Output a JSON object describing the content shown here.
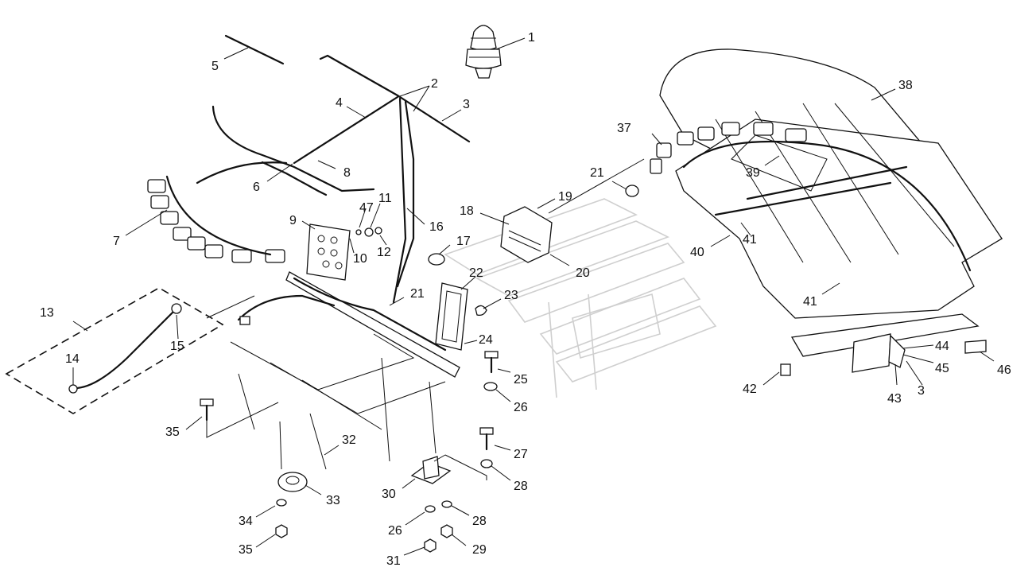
{
  "diagram": {
    "callouts": [
      {
        "id": "c1",
        "text": "1"
      },
      {
        "id": "c2",
        "text": "2"
      },
      {
        "id": "c3a",
        "text": "3"
      },
      {
        "id": "c4",
        "text": "4"
      },
      {
        "id": "c5",
        "text": "5"
      },
      {
        "id": "c6",
        "text": "6"
      },
      {
        "id": "c7",
        "text": "7"
      },
      {
        "id": "c8",
        "text": "8"
      },
      {
        "id": "c9",
        "text": "9"
      },
      {
        "id": "c10",
        "text": "10"
      },
      {
        "id": "c11",
        "text": "11"
      },
      {
        "id": "c12",
        "text": "12"
      },
      {
        "id": "c13",
        "text": "13"
      },
      {
        "id": "c14",
        "text": "14"
      },
      {
        "id": "c15",
        "text": "15"
      },
      {
        "id": "c16",
        "text": "16"
      },
      {
        "id": "c17",
        "text": "17"
      },
      {
        "id": "c18",
        "text": "18"
      },
      {
        "id": "c19",
        "text": "19"
      },
      {
        "id": "c20",
        "text": "20"
      },
      {
        "id": "c21a",
        "text": "21"
      },
      {
        "id": "c21b",
        "text": "21"
      },
      {
        "id": "c22",
        "text": "22"
      },
      {
        "id": "c23",
        "text": "23"
      },
      {
        "id": "c24",
        "text": "24"
      },
      {
        "id": "c25",
        "text": "25"
      },
      {
        "id": "c26a",
        "text": "26"
      },
      {
        "id": "c26b",
        "text": "26"
      },
      {
        "id": "c27",
        "text": "27"
      },
      {
        "id": "c28a",
        "text": "28"
      },
      {
        "id": "c28b",
        "text": "28"
      },
      {
        "id": "c29",
        "text": "29"
      },
      {
        "id": "c30",
        "text": "30"
      },
      {
        "id": "c31",
        "text": "31"
      },
      {
        "id": "c32",
        "text": "32"
      },
      {
        "id": "c33",
        "text": "33"
      },
      {
        "id": "c34",
        "text": "34"
      },
      {
        "id": "c35a",
        "text": "35"
      },
      {
        "id": "c35b",
        "text": "35"
      },
      {
        "id": "c37",
        "text": "37"
      },
      {
        "id": "c38",
        "text": "38"
      },
      {
        "id": "c39",
        "text": "39"
      },
      {
        "id": "c40",
        "text": "40"
      },
      {
        "id": "c41a",
        "text": "41"
      },
      {
        "id": "c41b",
        "text": "41"
      },
      {
        "id": "c42",
        "text": "42"
      },
      {
        "id": "c43",
        "text": "43"
      },
      {
        "id": "c44",
        "text": "44"
      },
      {
        "id": "c45",
        "text": "45"
      },
      {
        "id": "c46",
        "text": "46"
      },
      {
        "id": "c47",
        "text": "47"
      },
      {
        "id": "c3b",
        "text": "3"
      }
    ]
  }
}
